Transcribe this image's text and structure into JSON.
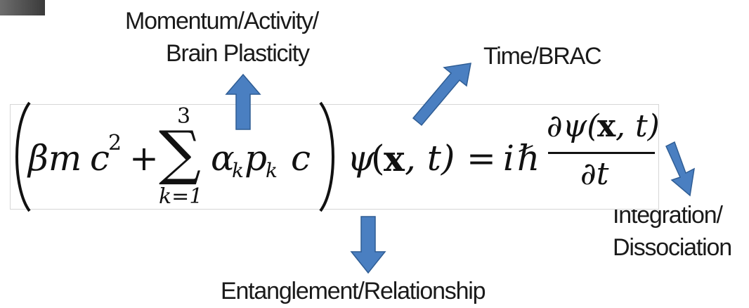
{
  "labels": {
    "momentum_line1": "Momentum/Activity/",
    "momentum_line2": "Brain Plasticity",
    "time": "Time/BRAC",
    "integration_line1": "Integration/",
    "integration_line2": "Dissociation",
    "entanglement": "Entanglement/Relationship"
  },
  "equation": {
    "beta_m": "βm",
    "c": "c",
    "sq": "2",
    "plus": "+",
    "sigma": "∑",
    "upper": "3",
    "lower": "k=1",
    "alpha": "α",
    "k1": "k",
    "p": "p",
    "k2": "k",
    "c2": "c",
    "psi": "ψ",
    "lp": "(",
    "x": "x",
    "comma_t": ", t)",
    "eq": "=",
    "i": "i",
    "hbar": "ℏ",
    "num_pre": "∂ψ(",
    "num_x": "x",
    "num_post": ", t)",
    "den": "∂t"
  },
  "colors": {
    "arrow_fill": "#4a7fc1",
    "arrow_stroke": "#2f5d94",
    "text": "#1a1a1a"
  },
  "icons": [
    "arrow-up-icon",
    "arrow-up-right-icon",
    "arrow-down-icon",
    "arrow-down-right-icon"
  ]
}
